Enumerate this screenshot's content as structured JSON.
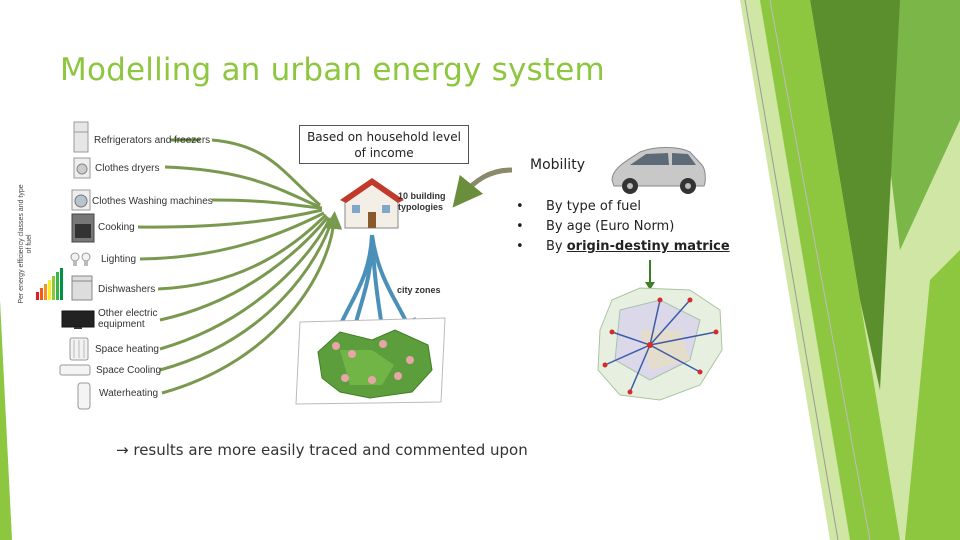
{
  "slide": {
    "title": "Modelling an urban energy system",
    "vertical_label": "Per energy efficiency classes and type of fuel",
    "appliances": [
      {
        "label": "Refrigerators and freezers",
        "icon": "fridge-icon"
      },
      {
        "label": "Clothes dryers",
        "icon": "dryer-icon"
      },
      {
        "label": "Clothes Washing machines",
        "icon": "washing-machine-icon"
      },
      {
        "label": "Cooking",
        "icon": "stove-icon"
      },
      {
        "label": "Lighting",
        "icon": "light-bulb-icon"
      },
      {
        "label": "Dishwashers",
        "icon": "dishwasher-icon"
      },
      {
        "label": "Other electric equipment",
        "icon": "television-icon"
      },
      {
        "label": "Space heating",
        "icon": "radiator-icon"
      },
      {
        "label": "Space Cooling",
        "icon": "air-conditioner-icon"
      },
      {
        "label": "Waterheating",
        "icon": "water-heater-icon"
      }
    ],
    "callout": "Based on household level of income",
    "building_label": "10 building typologies",
    "city_label": "city zones",
    "mobility": {
      "heading": "Mobility",
      "bullets": [
        {
          "prefix": "By type of fuel",
          "emph": ""
        },
        {
          "prefix": "By age (Euro Norm)",
          "emph": ""
        },
        {
          "prefix": "By ",
          "emph": "origin-destiny matrice"
        }
      ]
    },
    "result": "results are more easily traced and commented upon",
    "colors": {
      "title": "#8dc63f",
      "arrow_green": "#6b8e3d",
      "arrow_blue": "#4a90b8",
      "accent_dark": "#3f7f23"
    }
  }
}
